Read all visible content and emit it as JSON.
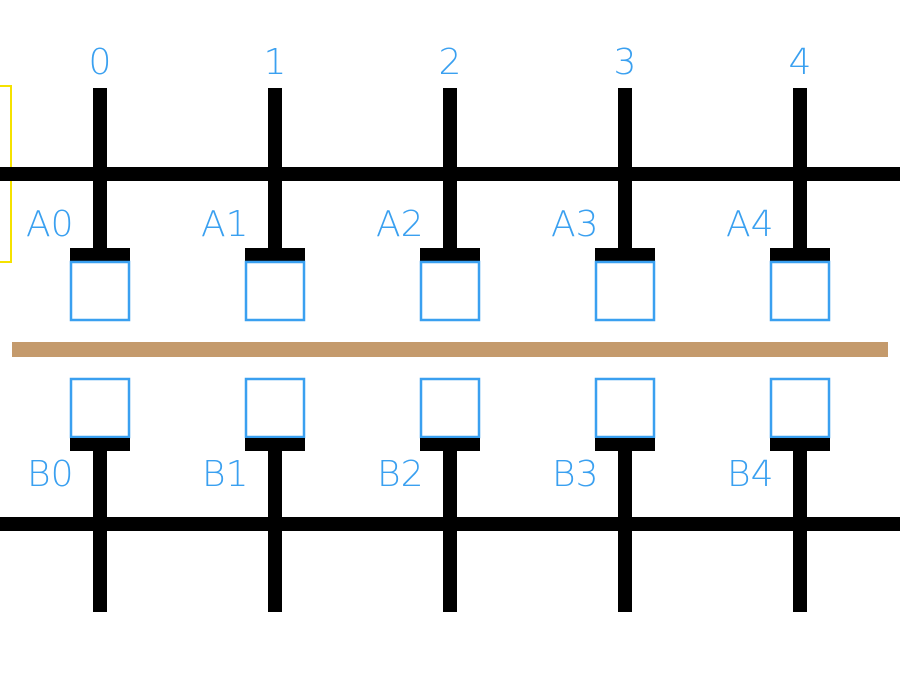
{
  "colors": {
    "wire": "#000000",
    "accent": "#3aa0f0",
    "separator": "#c49a6c",
    "highlight": "#f5e200",
    "background": "#ffffff"
  },
  "columns": [
    {
      "index": "0",
      "a_label": "A0",
      "b_label": "B0"
    },
    {
      "index": "1",
      "a_label": "A1",
      "b_label": "B1"
    },
    {
      "index": "2",
      "a_label": "A2",
      "b_label": "B2"
    },
    {
      "index": "3",
      "a_label": "A3",
      "b_label": "B3"
    },
    {
      "index": "4",
      "a_label": "A4",
      "b_label": "B4"
    }
  ]
}
